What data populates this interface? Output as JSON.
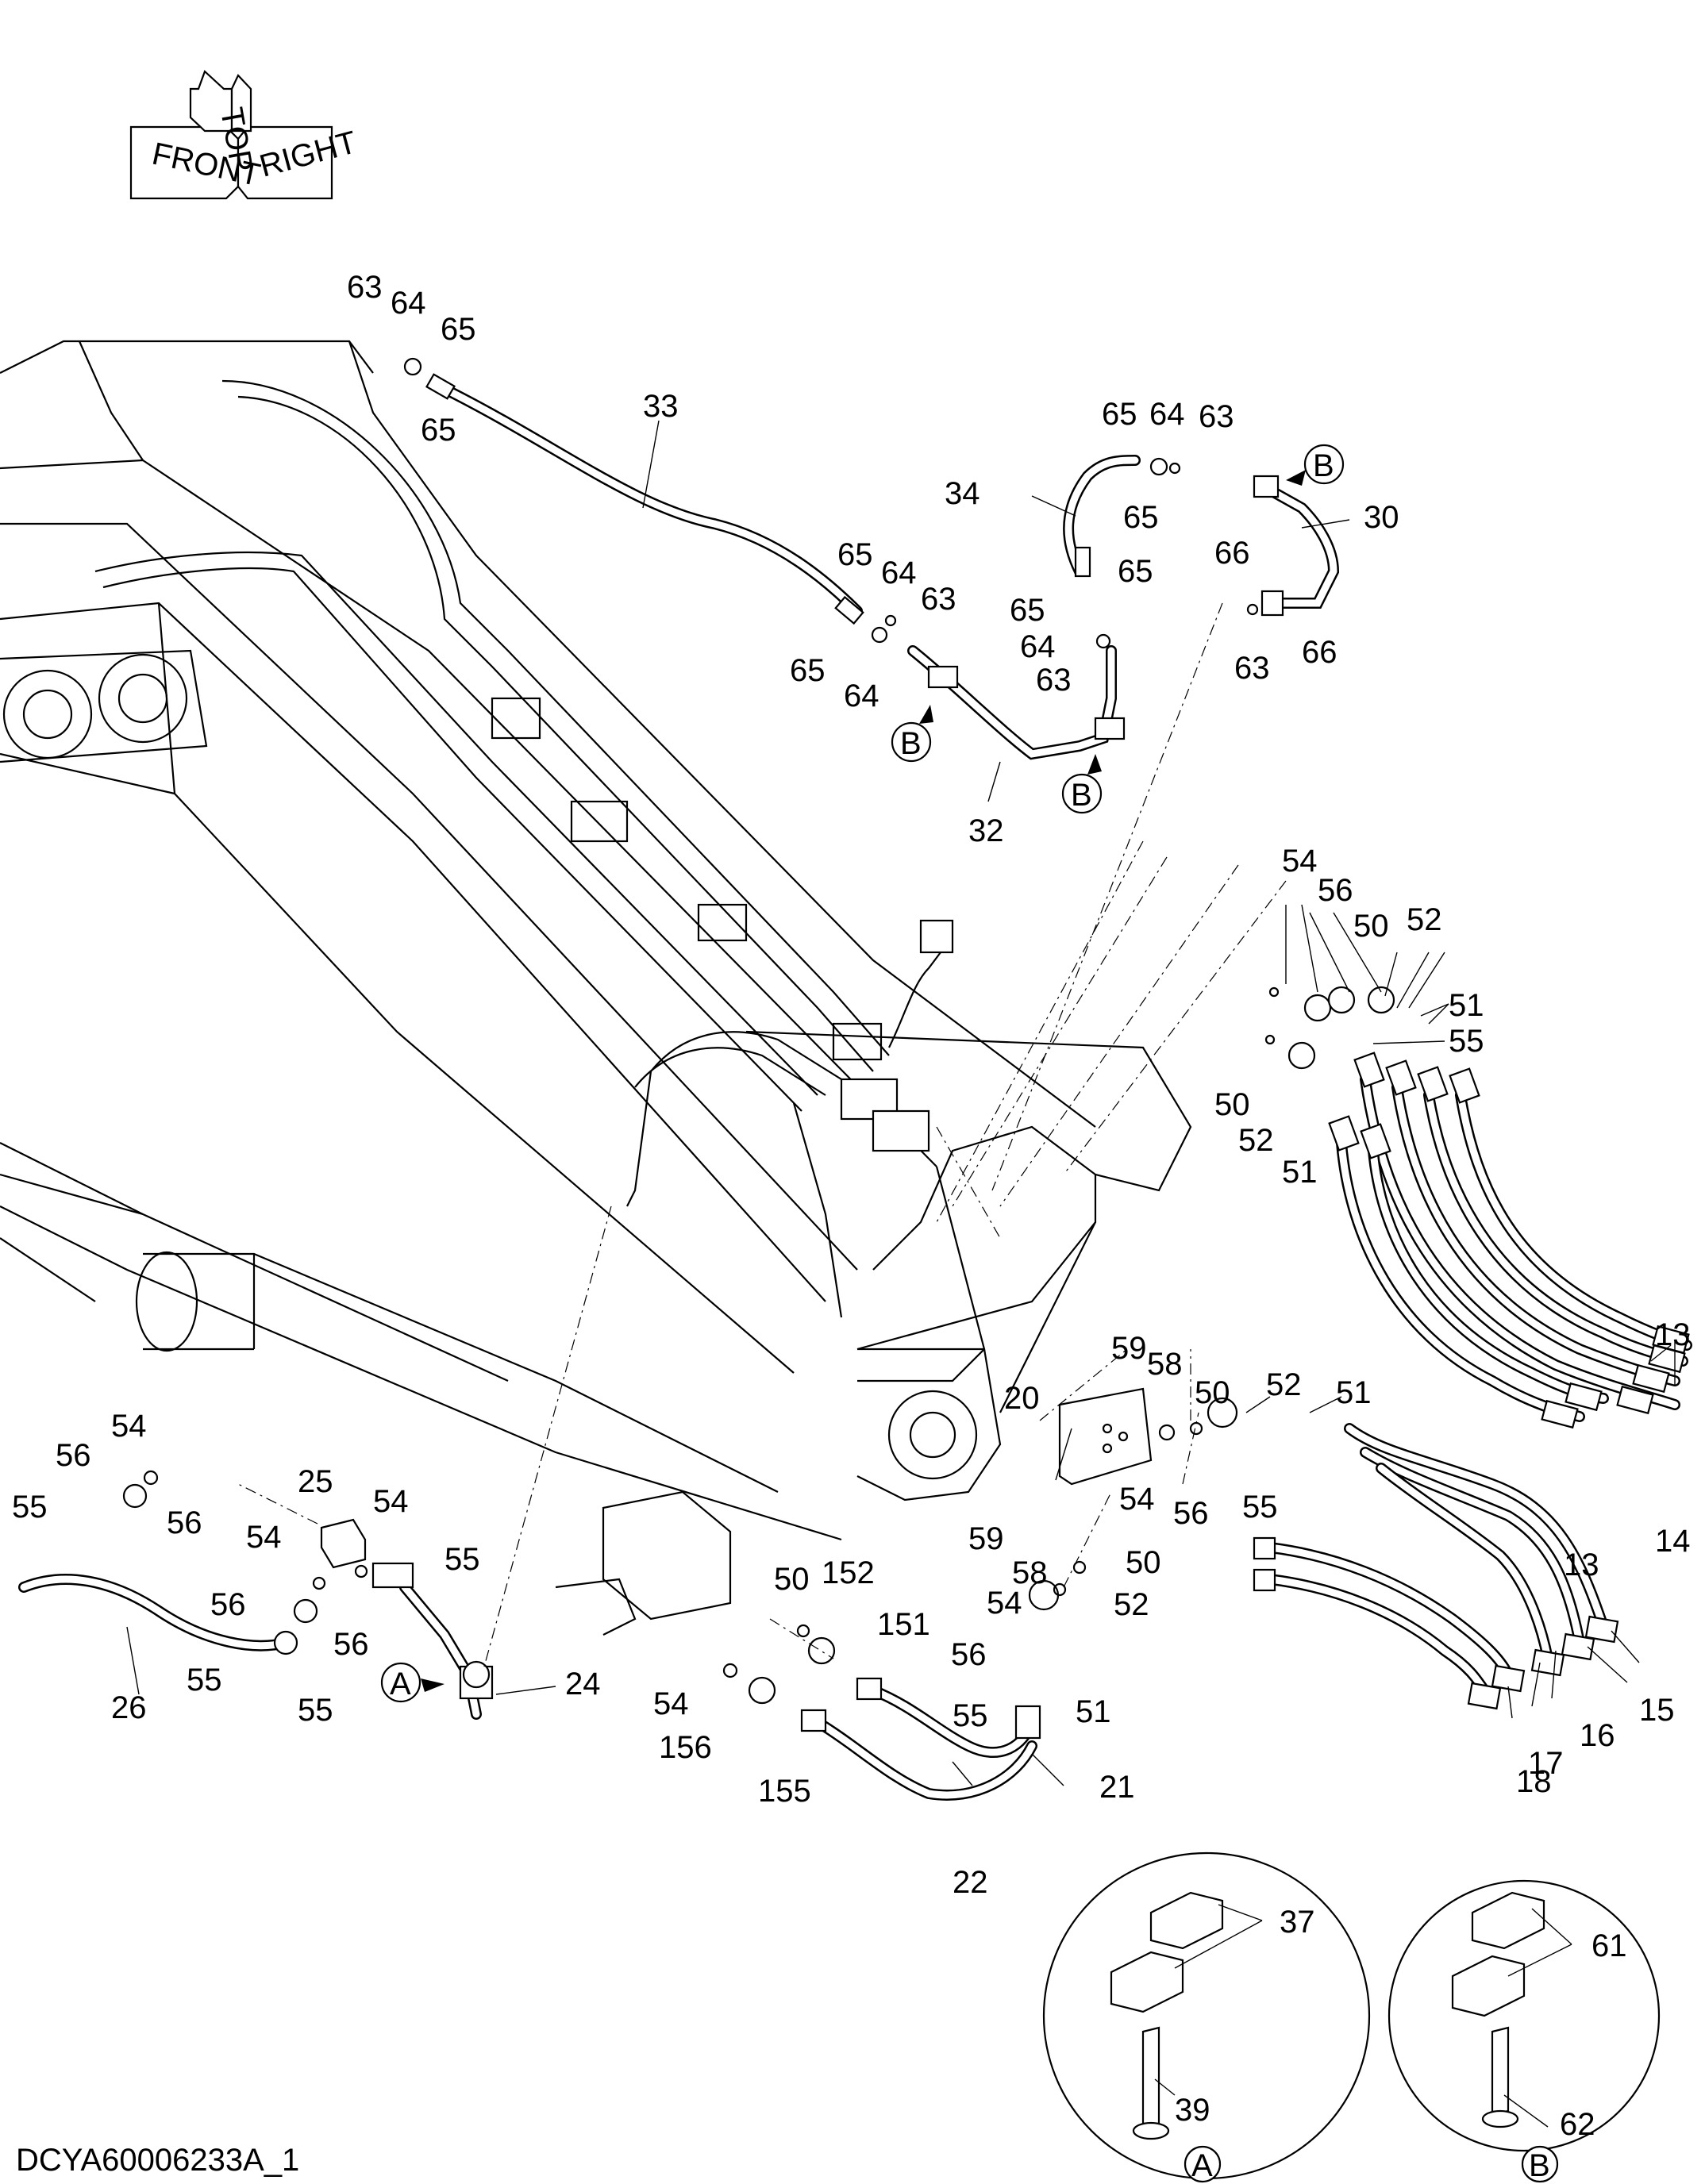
{
  "document_code": "DCYA60006233A_1",
  "orientation": {
    "front": "FRONT",
    "top": "TOP",
    "right": "RIGHT"
  },
  "callouts": {
    "c33": "33",
    "c30": "30",
    "c32": "32",
    "c34": "34",
    "c63a": "63",
    "c64a": "64",
    "c65a": "65",
    "c65b": "65",
    "c65c": "65",
    "c64b": "64",
    "c63b": "63",
    "c65d": "65",
    "c65e": "65",
    "c64c": "64",
    "c63c": "63",
    "c65f": "65",
    "c64d": "64",
    "c65g": "65",
    "c65h": "65",
    "c64e": "64",
    "c63d": "63",
    "c66a": "66",
    "c63e": "63",
    "c66b": "66",
    "c54a": "54",
    "c56a": "56",
    "c50a": "50",
    "c52a": "52",
    "c51a": "51",
    "c55a": "55",
    "c50b": "50",
    "c52b": "52",
    "c51b": "51",
    "c13a": "13",
    "c13b": "13",
    "c14": "14",
    "c59a": "59",
    "c58a": "58",
    "c20": "20",
    "c50c": "50",
    "c52c": "52",
    "c51c": "51",
    "c54b": "54",
    "c56b": "56",
    "c55b": "55",
    "c59b": "59",
    "c58b": "58",
    "c50d": "50",
    "c54c": "54",
    "c52d": "52",
    "c56c": "56",
    "c55c": "55",
    "c51d": "51",
    "c15": "15",
    "c16": "16",
    "c17": "17",
    "c18": "18",
    "c21": "21",
    "c22": "22",
    "c50e": "50",
    "c152": "152",
    "c151": "151",
    "c54d": "54",
    "c156": "156",
    "c155": "155",
    "c54e": "54",
    "c56d": "56",
    "c55d": "55",
    "c56e": "56",
    "c26": "26",
    "c25": "25",
    "c54f": "54",
    "c54g": "54",
    "c55e": "55",
    "c56f": "56",
    "c56g": "56",
    "c55f": "55",
    "c55g": "55",
    "c24": "24",
    "c37": "37",
    "c39": "39",
    "c61": "61",
    "c62": "62"
  },
  "view_markers": {
    "A1": "A",
    "A2": "A",
    "B1": "B",
    "B2": "B",
    "B3": "B",
    "B4": "B"
  }
}
